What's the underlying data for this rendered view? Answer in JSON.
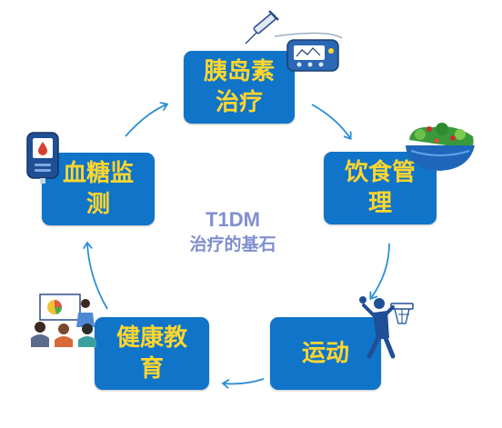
{
  "center": {
    "line1": "T1DM",
    "line2": "治疗的基石"
  },
  "nodes": [
    {
      "id": "insulin",
      "lines": [
        "胰岛素",
        "治疗"
      ]
    },
    {
      "id": "diet",
      "lines": [
        "饮食管",
        "理"
      ]
    },
    {
      "id": "exercise",
      "lines": [
        "运动"
      ]
    },
    {
      "id": "education",
      "lines": [
        "健康教",
        "育"
      ]
    },
    {
      "id": "monitoring",
      "lines": [
        "血糖监",
        "测"
      ]
    }
  ],
  "colors": {
    "node_fill": "#1074c9",
    "node_text": "#ffd62e",
    "center_text": "#7f8fcf",
    "arrow": "#2b8fd6"
  },
  "icons": [
    "syringe-icon",
    "insulin-pump-icon",
    "salad-bowl-icon",
    "basketball-player-icon",
    "classroom-presentation-icon",
    "glucose-meter-icon"
  ]
}
